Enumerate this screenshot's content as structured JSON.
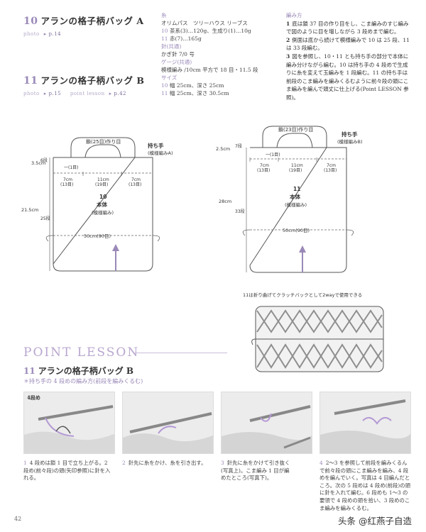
{
  "bagA": {
    "number": "10",
    "title": "アランの格子柄バッグ A",
    "photo_label": "photo",
    "photo_page": "p.14"
  },
  "bagB": {
    "number": "11",
    "title": "アランの格子柄バッグ B",
    "photo_label": "photo",
    "photo_page": "p.15",
    "lesson_label": "point lesson",
    "lesson_page": "p.42"
  },
  "materials": {
    "yarn_heading": "糸",
    "yarn_brand": "オリムパス　ツリーハウス リーブス",
    "yarn_a_num": "10",
    "yarn_a": "茶系(3)…120g、生成り(1)…10g",
    "yarn_b_num": "11",
    "yarn_b": "赤(7)…165g",
    "needle_heading": "針(共通)",
    "needle": "かぎ針 7/0 号",
    "gauge_heading": "ゲージ(共通)",
    "gauge": "模様編み /10cm 平方で 18 目・11.5 段",
    "size_heading": "サイズ",
    "size_a_num": "10",
    "size_a": "幅 25cm、深さ 25cm",
    "size_b_num": "11",
    "size_b": "幅 25cm、深さ 30.5cm"
  },
  "instructions": {
    "heading": "編み方",
    "step1_num": "1",
    "step1": "底は鎖 37 目の作り目をし、こま編みのすじ編みで図のように目を増しながら 3 段めまで編む。",
    "step2_num": "2",
    "step2": "側面は底から続けて模様編みで 10 は 25 段、11 は 33 段編む。",
    "step3_num": "3",
    "step3": "図を参照し、10・11 とも持ち手の部分で本体に編み分けながら編む。10 は持ち手の 4 段めで生成りに糸を変えて玉編みを 1 段編む。11 の持ち手は前段のこま編みを編みくるむように前々段の頭にこま編みを編んで頭丈に仕上げる(Point LESSON 参照)。"
  },
  "diagramA": {
    "chain_label": "鎖(25目)作り目",
    "handle_label": "持ち手",
    "handle_pattern": "(模様編みA)",
    "side_cm": "3.5cm",
    "side_rows": "6段",
    "one_st": "一(1目)",
    "seg1_cm": "7cm",
    "seg1_st": "(13目)",
    "seg2_cm": "11cm",
    "seg2_st": "(19目)",
    "seg3_cm": "7cm",
    "seg3_st": "(13目)",
    "body_num": "10",
    "body_label": "本体",
    "body_pattern": "(模様編み)",
    "height_cm": "21.5cm",
    "height_rows": "25段",
    "width": "50cm(90目)"
  },
  "diagramB": {
    "chain_label": "鎖(23目)作り目",
    "handle_label": "持ち手",
    "handle_pattern": "(模様編みB)",
    "side_cm": "2.5cm",
    "side_rows": "7段",
    "one_st": "一(1目)",
    "seg1_cm": "7cm",
    "seg1_st": "(13目)",
    "seg2_cm": "11cm",
    "seg2_st": "(19目)",
    "seg3_cm": "7cm",
    "seg3_st": "(13目)",
    "body_num": "11",
    "body_label": "本体",
    "body_pattern": "(模様編み)",
    "height_cm": "28cm",
    "height_rows": "33段",
    "width": "50cm(90目)"
  },
  "clutch_note": "11は折り曲げてクラッチバックとして2wayで使用できる",
  "lesson": {
    "heading": "POINT LESSON",
    "sub_num": "11",
    "sub_title": "アランの格子柄バッグ B",
    "note": "＊持ち手の 4 段めの編み方(前段を編みくるむ)",
    "photo1_tag": "4段め",
    "cap1_num": "1",
    "cap1": "4 段めは鎖 1 目で立ち上がる。2 段め(前々段)の頭(矢印参照)に針を入れる。",
    "cap2_num": "2",
    "cap2": "針先に糸をかけ、糸を引き出す。",
    "cap3_num": "3",
    "cap3": "針先に糸をかけて引き抜く(写真上)。こま編み 1 目が編めたところ(写真下)。",
    "cap4_num": "4",
    "cap4": "2〜3 を参照して前段を編みくるんで前々段の頭にこま編みを編み、4 段めを編んでいく。写真は 4 目編んだところ。次の 5 段めは 4 段め(前段)の頭に針を入れて編む。6 段めも 1〜3 の要領で 4 段めの頭を拾い、3 段めのこま編みを編みくるむ。"
  },
  "page_number": "42",
  "watermark": "头条 @红燕子自造"
}
